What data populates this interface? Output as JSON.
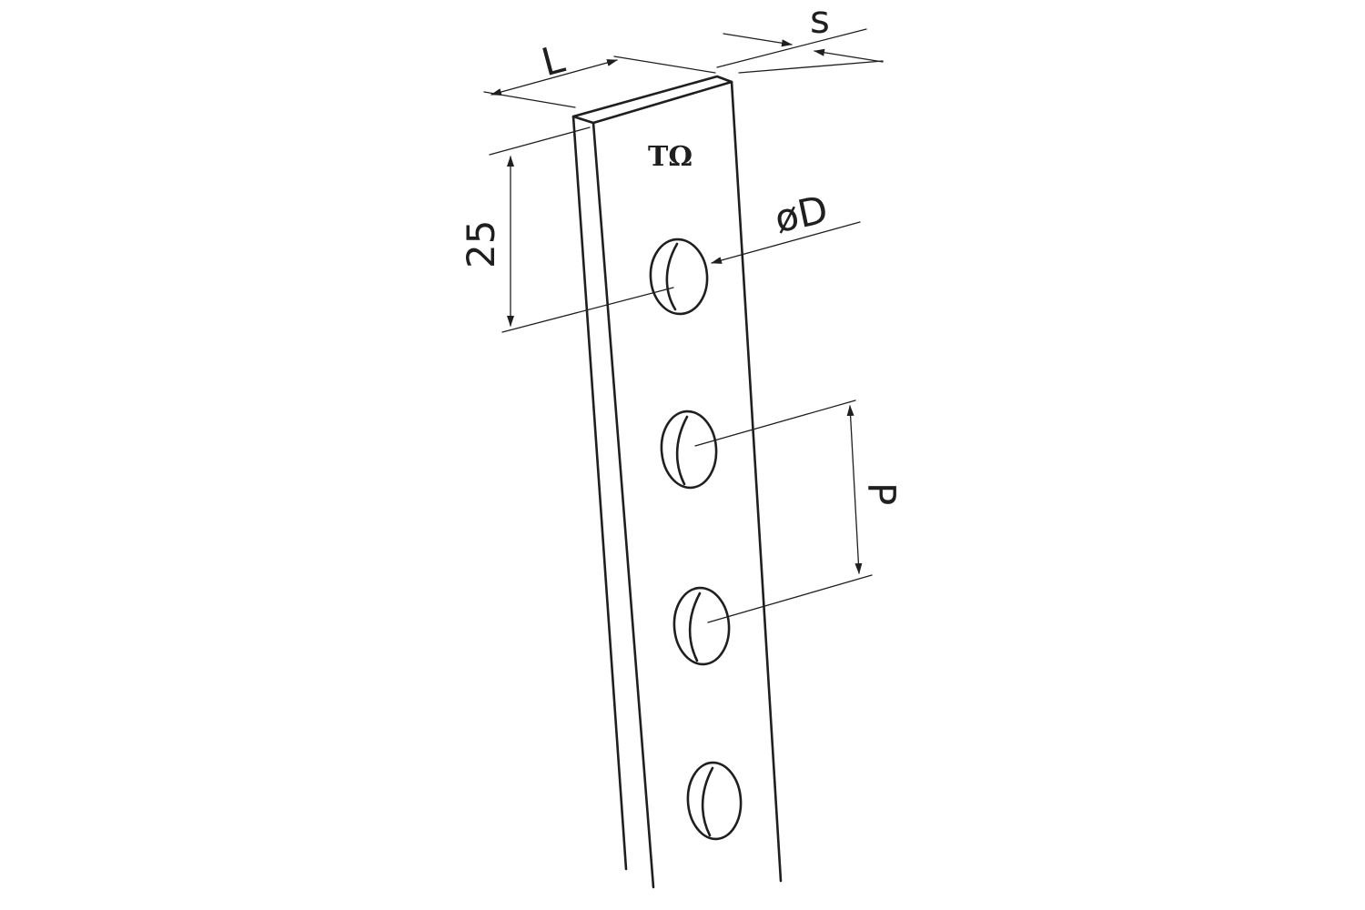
{
  "diagram": {
    "labels": {
      "length": "L",
      "thickness": "s",
      "first_hole_offset": "25",
      "hole_diameter": "øD",
      "pitch": "P"
    },
    "logo": {
      "text": "TΩ"
    },
    "colors": {
      "line": "#1f1f1f",
      "background": "#ffffff"
    }
  }
}
